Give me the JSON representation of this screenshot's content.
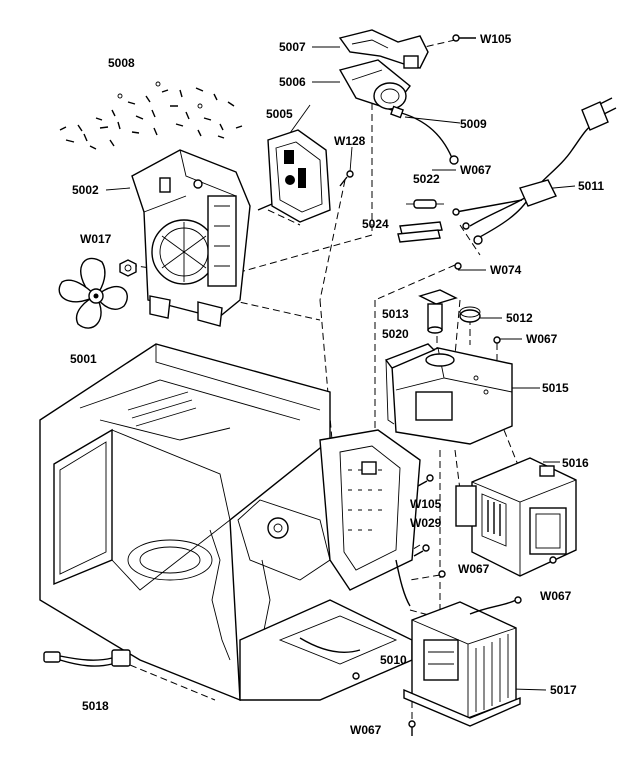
{
  "labels": {
    "l5007": "5007",
    "w105_top": "W105",
    "l5008": "5008",
    "l5006": "5006",
    "l5005": "5005",
    "l5009": "5009",
    "w128": "W128",
    "w067_a": "W067",
    "l5002": "5002",
    "l5022": "5022",
    "l5011": "5011",
    "w017": "W017",
    "l5024": "5024",
    "w074": "W074",
    "l5013": "5013",
    "l5012": "5012",
    "l5020": "5020",
    "w067_b": "W067",
    "l5001": "5001",
    "l5015": "5015",
    "l5016": "5016",
    "w105_mid": "W105",
    "w029": "W029",
    "w067_c": "W067",
    "w067_d": "W067",
    "l5010": "5010",
    "l5017": "5017",
    "l5018": "5018",
    "w067_e": "W067"
  }
}
